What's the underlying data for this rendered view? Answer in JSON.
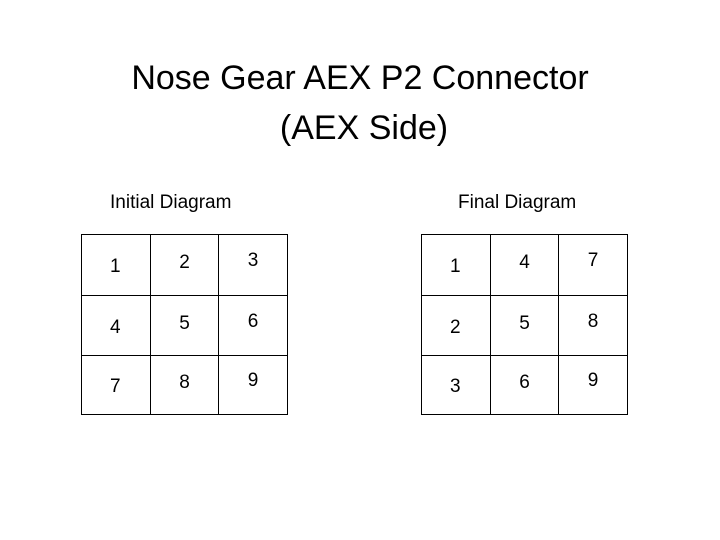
{
  "title": {
    "line1": "Nose Gear AEX P2 Connector",
    "line2": "(AEX Side)"
  },
  "initial": {
    "label": "Initial Diagram",
    "cells": [
      "1",
      "2",
      "3",
      "4",
      "5",
      "6",
      "7",
      "8",
      "9"
    ]
  },
  "final": {
    "label": "Final Diagram",
    "cells": [
      "1",
      "4",
      "7",
      "2",
      "5",
      "8",
      "3",
      "6",
      "9"
    ]
  }
}
